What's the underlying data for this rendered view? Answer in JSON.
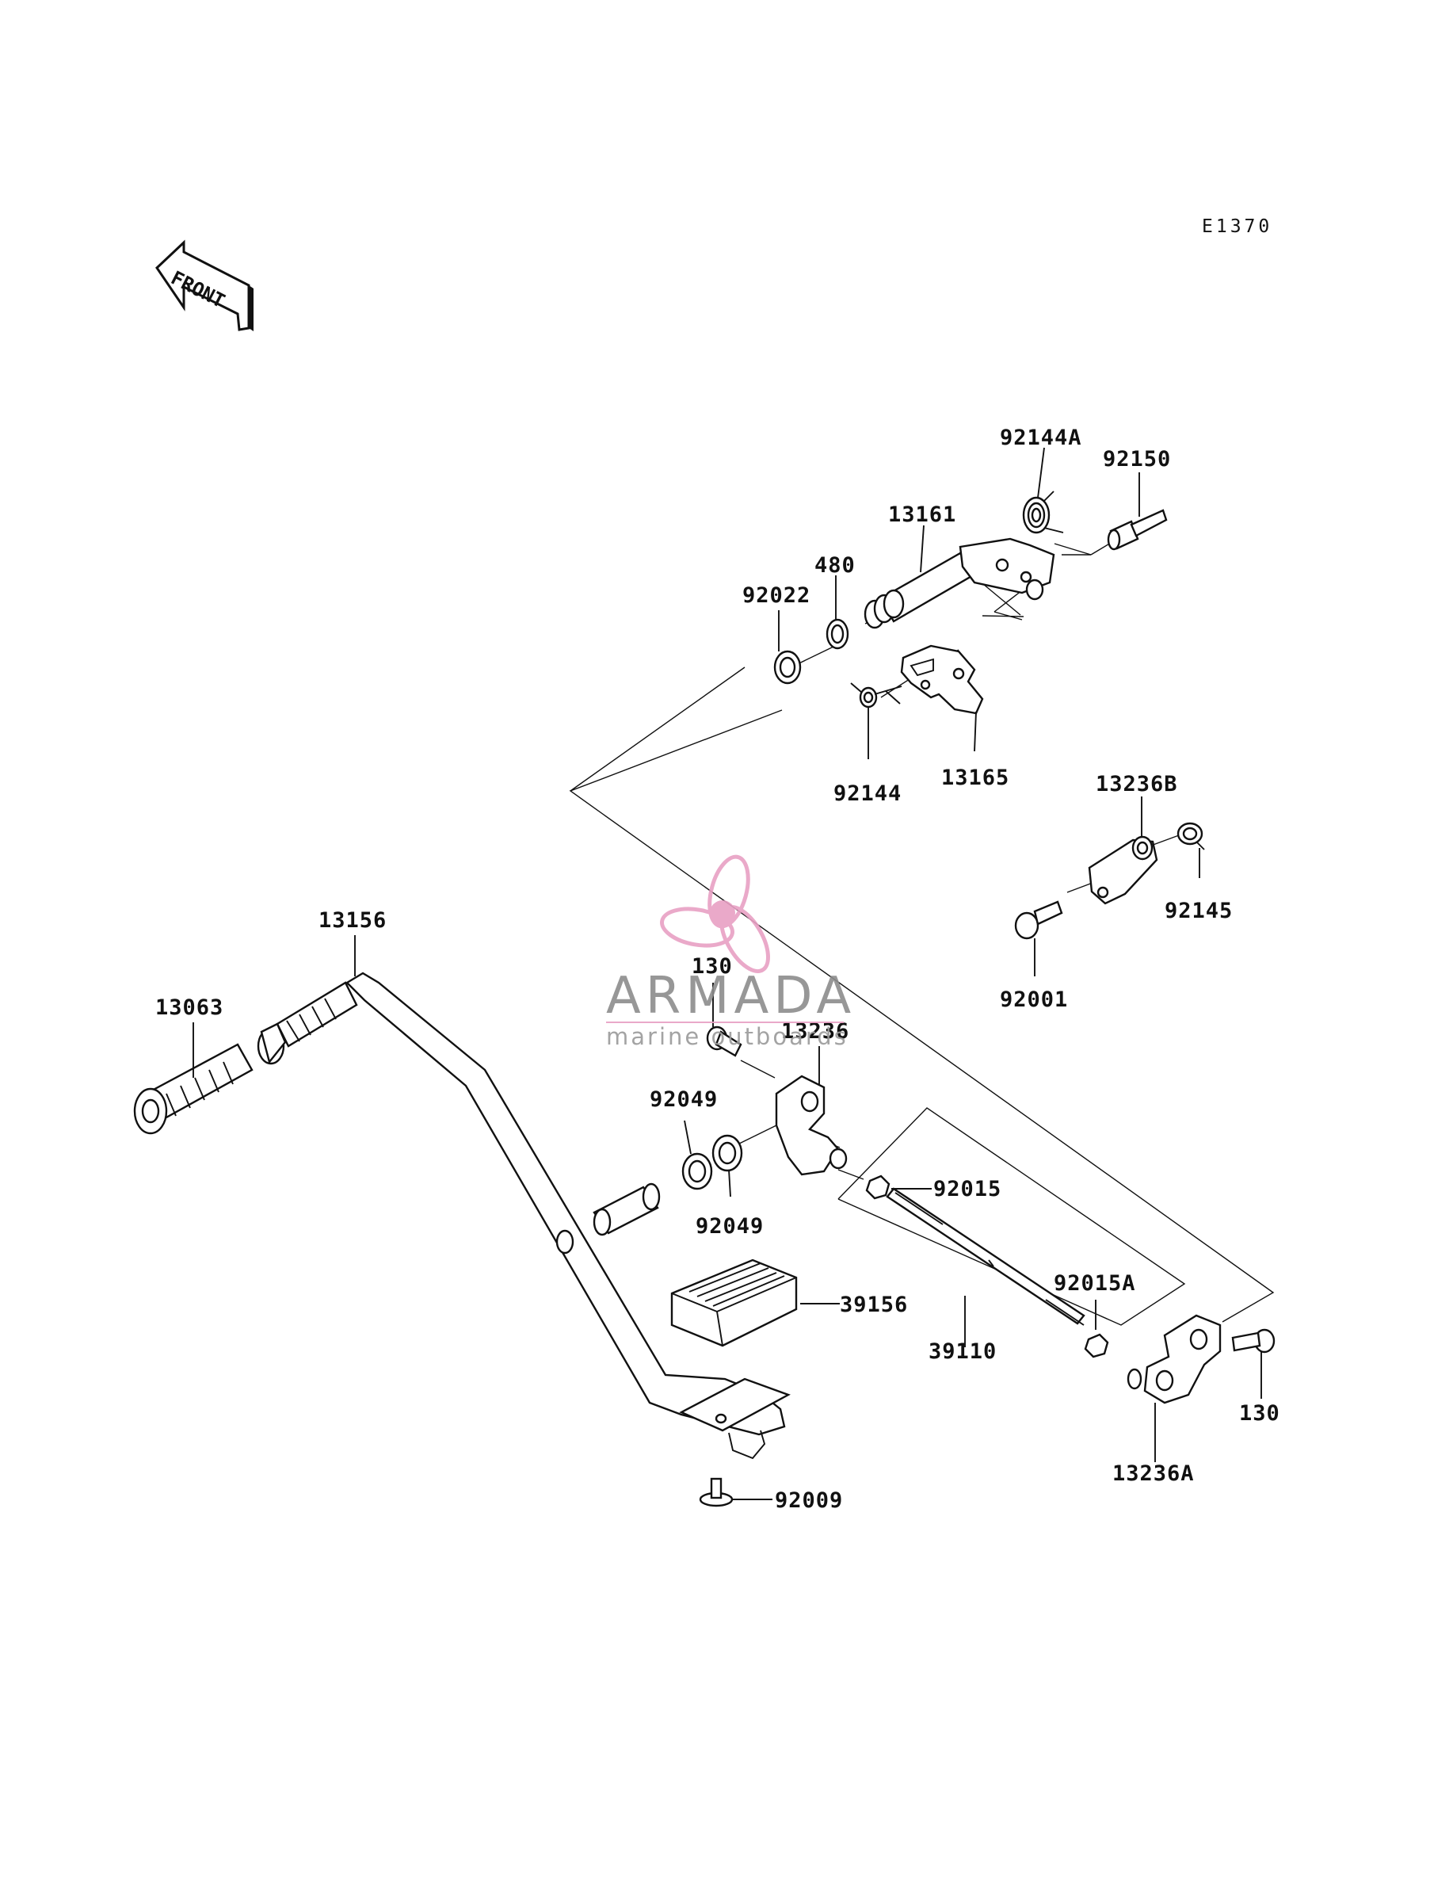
{
  "diagram_ref": "E1370",
  "front_label": "FRONT",
  "watermark": {
    "brand": "ARMADA",
    "tagline": "marine outboards"
  },
  "part_labels": {
    "p92144A": "92144A",
    "p92150": "92150",
    "p13161": "13161",
    "p480": "480",
    "p92022": "92022",
    "p92144": "92144",
    "p13165": "13165",
    "p13236B": "13236B",
    "p92145": "92145",
    "p92001": "92001",
    "p13156": "13156",
    "p13063": "13063",
    "p130a": "130",
    "p13236": "13236",
    "p92049a": "92049",
    "p92049b": "92049",
    "p92015": "92015",
    "p39156": "39156",
    "p39110": "39110",
    "p92015A": "92015A",
    "p130b": "130",
    "p13236A": "13236A",
    "p92009": "92009"
  },
  "colors": {
    "ink": "#111111",
    "watermark_pink": "#e8a0c4",
    "watermark_grey": "#8c8c8c"
  }
}
